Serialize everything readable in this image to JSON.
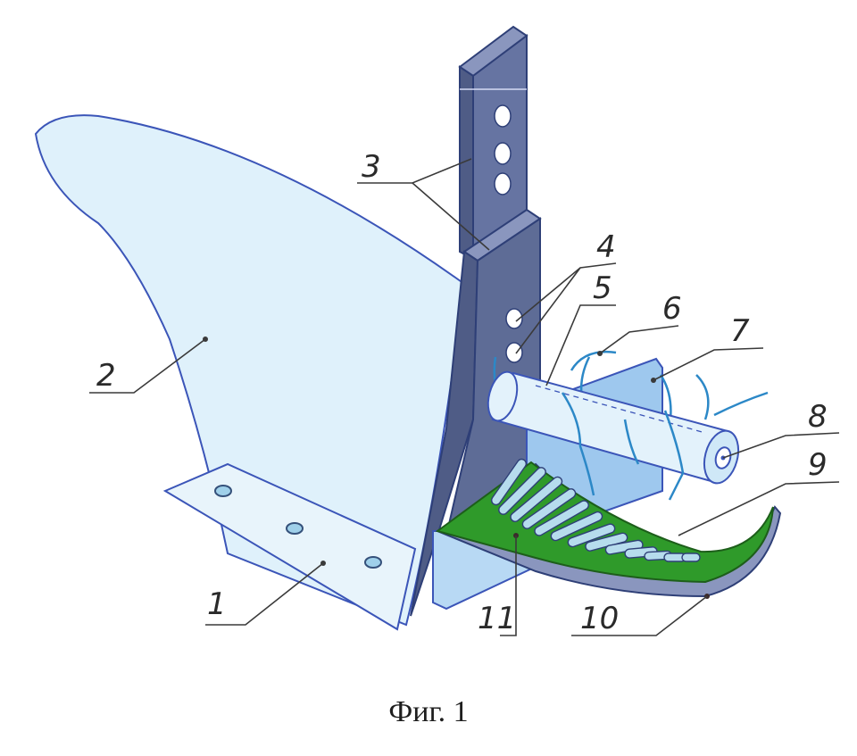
{
  "figure": {
    "caption": "Фиг. 1",
    "labels": {
      "l1": "1",
      "l2": "2",
      "l3": "3",
      "l4": "4",
      "l5": "5",
      "l6": "6",
      "l7": "7",
      "l8": "8",
      "l9": "9",
      "l10": "10",
      "l11": "11"
    }
  },
  "colors": {
    "moldboard": "#dff1fb",
    "share": "#e8f4fb",
    "post": "#5e6c96",
    "post_face": "#7a88b4",
    "plate": "#9ec8ee",
    "comb": "#2f9a2a",
    "roller": "#e3f2fb",
    "wire": "#2c88c7",
    "outline": "#3b55b8"
  }
}
